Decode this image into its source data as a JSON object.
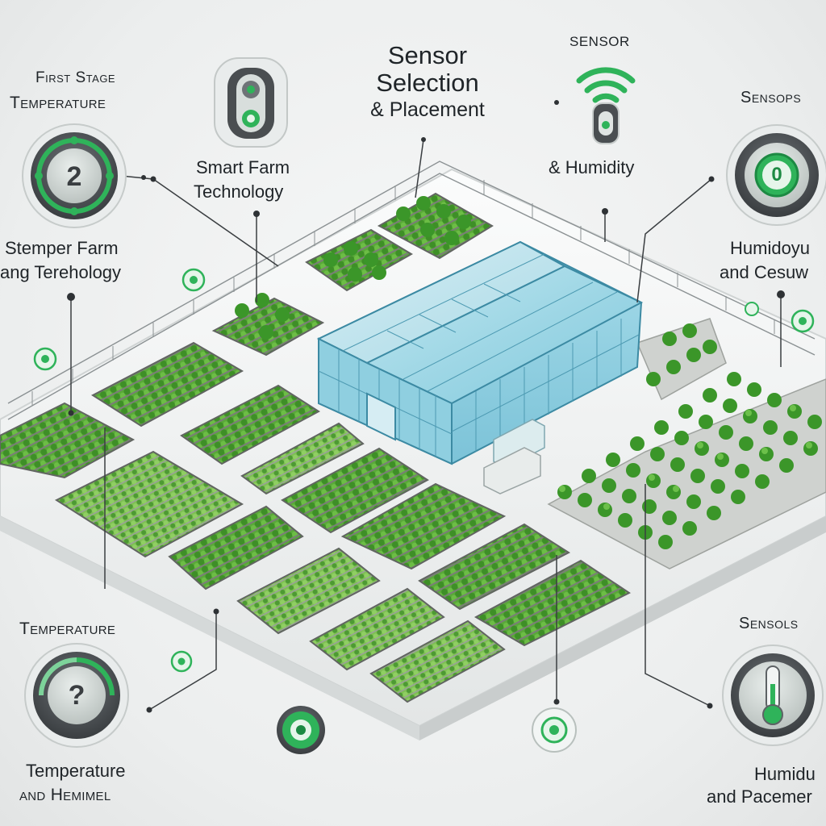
{
  "title": {
    "line1": "Sensor",
    "line2": "Selection",
    "line3": "& Placement"
  },
  "labels": {
    "first_stage": "First Stage",
    "temperature_top": "Temperature",
    "smart_farm_1": "Smart Farm",
    "smart_farm_2": "Technology",
    "stemper_1": "Stemper Farm",
    "stemper_2": "ang Terehology",
    "sensor_top": "SENSOR",
    "humidity": "& Humidity",
    "sensors_top": "Sensops",
    "humidoyu_1": "Humidoyu",
    "humidoyu_2": "and Cesuw",
    "temperature_bottom": "Temperature",
    "temperature_bottom_1": "Temperature",
    "temperature_bottom_2": "and Hemimel",
    "sensols": "Sensols",
    "humidu_1": "Humidu",
    "humidu_2": "and Pacemer"
  },
  "badges": {
    "top_left": "2",
    "bottom_left": "?",
    "top_right": "0"
  },
  "colors": {
    "accent": "#2fb35a",
    "accent_dark": "#1d8a43",
    "glass": "#9fd6e8",
    "plant": "#3f9e2e",
    "soil": "#6b6f6a",
    "bezel": "#55595c"
  },
  "icons": {
    "badge": "numbered-sensor-badge-icon",
    "toggle": "toggle-switch-sensor-icon",
    "wifi": "wifi-signal-sensor-icon",
    "thermometer": "thermometer-icon",
    "node": "sensor-node-icon"
  }
}
